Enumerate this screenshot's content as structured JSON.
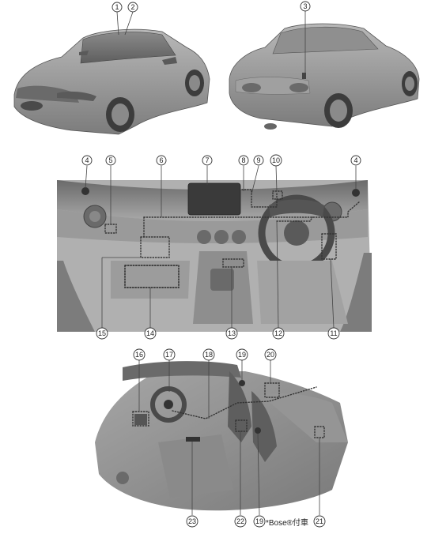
{
  "callouts": [
    "1",
    "2",
    "3",
    "4",
    "5",
    "6",
    "7",
    "8",
    "9",
    "10",
    "11",
    "12",
    "13",
    "14",
    "15",
    "16",
    "17",
    "18",
    "19",
    "20",
    "21",
    "22",
    "23"
  ],
  "footnote": "*Bose®付車",
  "colors": {
    "car_body": "#9a9a9a",
    "car_dark": "#6e6e6e",
    "interior": "#8c8c8c",
    "line": "#333333"
  }
}
